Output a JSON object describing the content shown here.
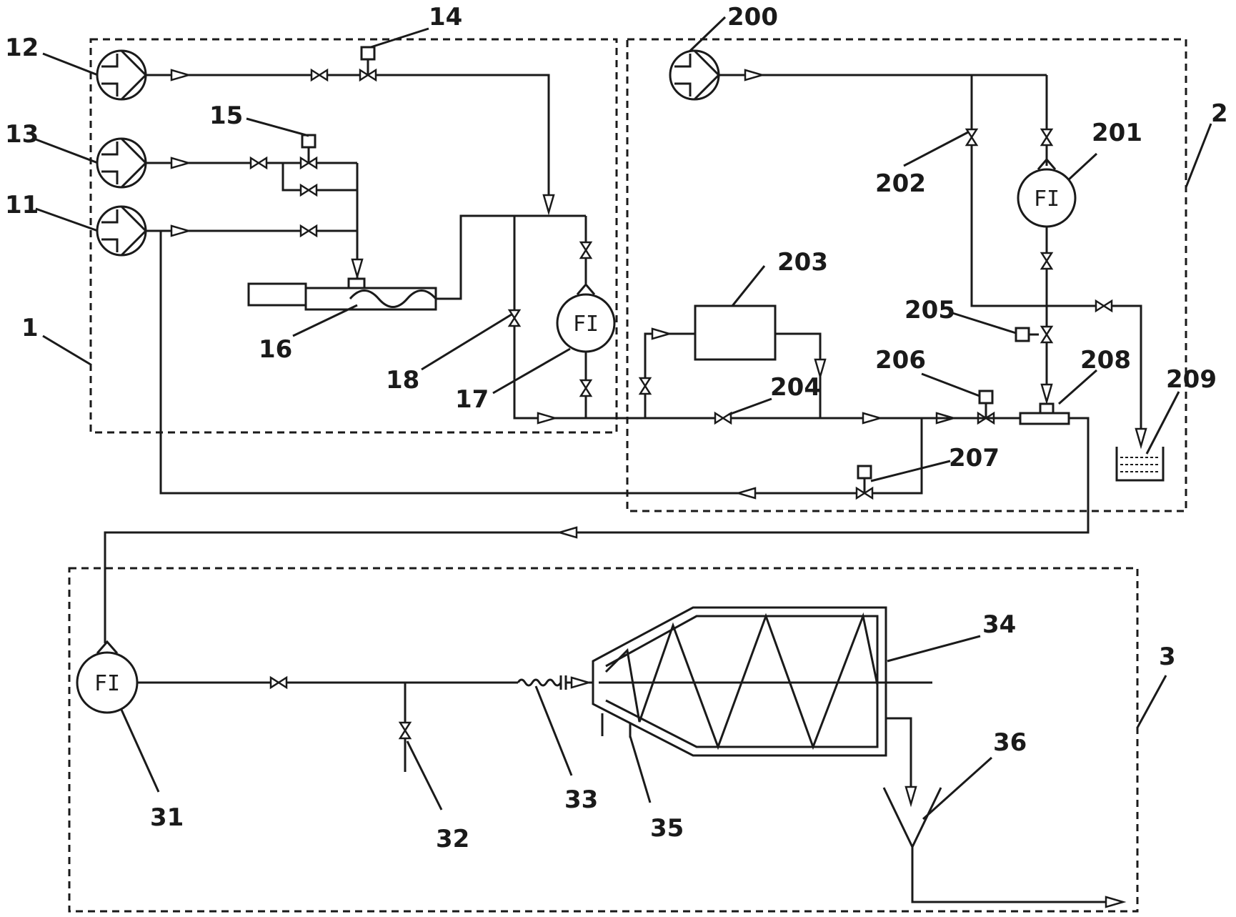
{
  "labels": {
    "l1": "1",
    "l2": "2",
    "l3": "3",
    "l11": "11",
    "l12": "12",
    "l13": "13",
    "l14": "14",
    "l15": "15",
    "l16": "16",
    "l17": "17",
    "l18": "18",
    "l200": "200",
    "l201": "201",
    "l202": "202",
    "l203": "203",
    "l204": "204",
    "l205": "205",
    "l206": "206",
    "l207": "207",
    "l208": "208",
    "l209": "209",
    "l31": "31",
    "l32": "32",
    "l33": "33",
    "l34": "34",
    "l35": "35",
    "l36": "36"
  },
  "flow_indicator_text": "FI"
}
